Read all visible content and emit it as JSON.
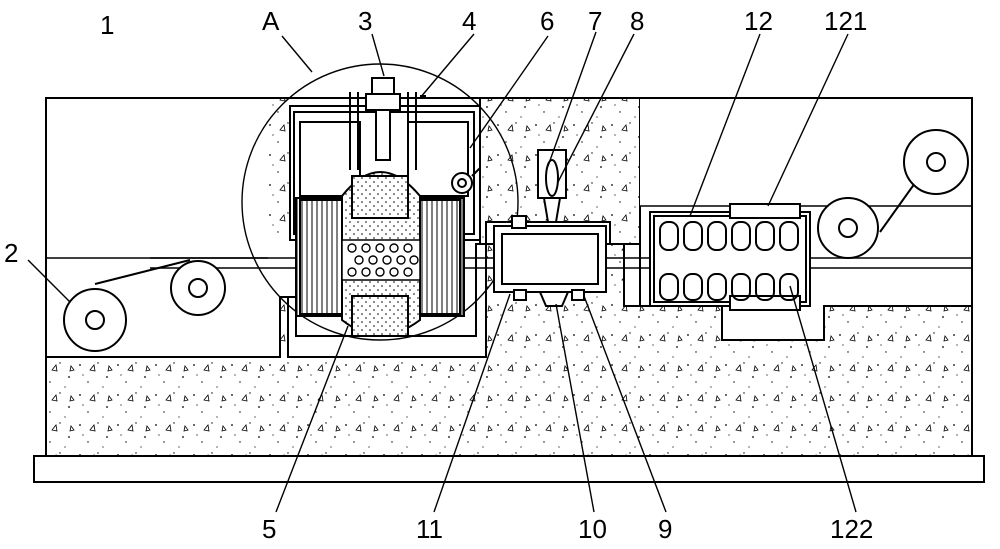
{
  "diagram": {
    "labels": [
      {
        "id": "1",
        "text": "1"
      },
      {
        "id": "A",
        "text": "A"
      },
      {
        "id": "3",
        "text": "3"
      },
      {
        "id": "4",
        "text": "4"
      },
      {
        "id": "6",
        "text": "6"
      },
      {
        "id": "7",
        "text": "7"
      },
      {
        "id": "8",
        "text": "8"
      },
      {
        "id": "12",
        "text": "12"
      },
      {
        "id": "121",
        "text": "121"
      },
      {
        "id": "2",
        "text": "2"
      },
      {
        "id": "5",
        "text": "5"
      },
      {
        "id": "11",
        "text": "11"
      },
      {
        "id": "10",
        "text": "10"
      },
      {
        "id": "9",
        "text": "9"
      },
      {
        "id": "122",
        "text": "122"
      }
    ]
  }
}
